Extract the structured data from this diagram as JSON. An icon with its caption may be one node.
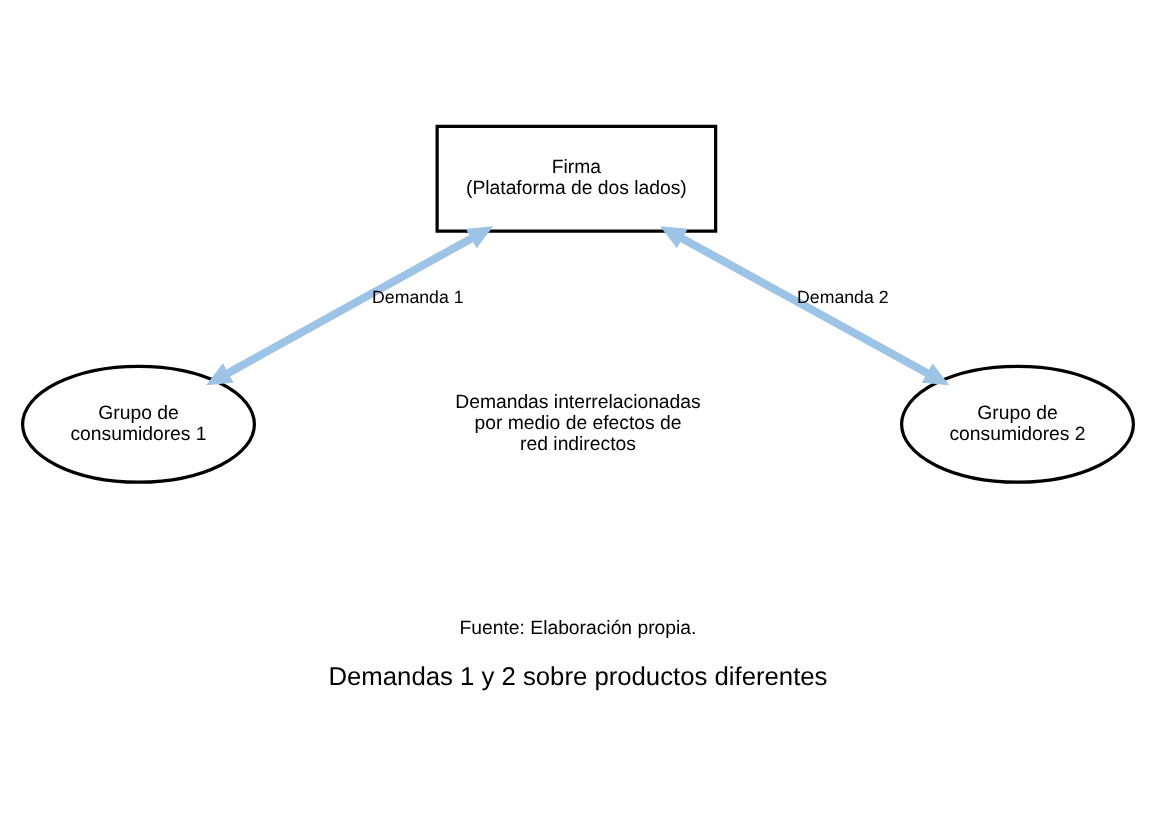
{
  "diagram": {
    "caption": "Demandas 1 y 2 sobre productos diferentes",
    "nodes": [
      {
        "text": [
          "Firma",
          "(Plataforma de dos lados)"
        ]
      },
      {
        "text": [
          "Grupo de consumidores 1"
        ]
      },
      {
        "text": [
          "Grupo de consumidores 2"
        ]
      }
    ],
    "edges": [
      {
        "from": 0,
        "to": 1,
        "arrow": "both",
        "label": "Demanda 1"
      },
      {
        "from": 0,
        "to": 2,
        "arrow": "both",
        "label": "Demanda 2"
      }
    ],
    "labels": [
      "Demandas interrelacionadas por medio de efectos de red indirectos",
      "Fuente: Elaboración propia."
    ]
  }
}
